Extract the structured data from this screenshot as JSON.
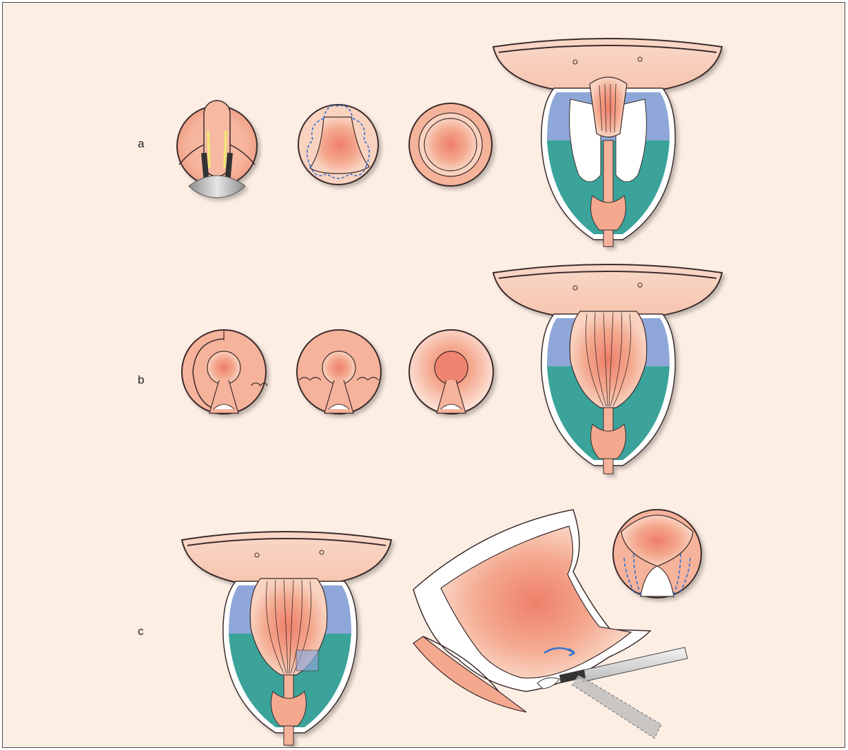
{
  "panels": [
    {
      "key": "a",
      "label": "a"
    },
    {
      "key": "b",
      "label": "b"
    },
    {
      "key": "c",
      "label": "c"
    }
  ],
  "colors": {
    "background": "#fdeee4",
    "frame": "#4a4a4a",
    "tissue": "#f4a98f",
    "tissue_light": "#f9d2c0",
    "tissue_core": "#ef7f6a",
    "outline": "#3a2a2a",
    "capsule_white": "#ffffff",
    "blue_region": "#8fa7d8",
    "teal_region": "#3aa39a",
    "dashed_blue": "#2f6fd0",
    "instrument_grey": "#b8b8b8",
    "instrument_dark": "#333333",
    "electrode_yellow": "#f2e27a"
  },
  "icons": {
    "panel_a": [
      "endoscopic-view-loop-electrode",
      "endoscopic-view-dashed-resection-outline",
      "endoscopic-view-concentric-rings",
      "prostate-coronal-section-with-adenoma"
    ],
    "panel_b": [
      "endoscopic-view-incision-left",
      "endoscopic-view-incision-both",
      "endoscopic-view-smoothed",
      "prostate-coronal-section-resected"
    ],
    "panel_c": [
      "prostate-coronal-section-with-apex-patch",
      "sagittal-section-with-instrument",
      "endoscopic-view-apex-dashed-lines"
    ]
  }
}
